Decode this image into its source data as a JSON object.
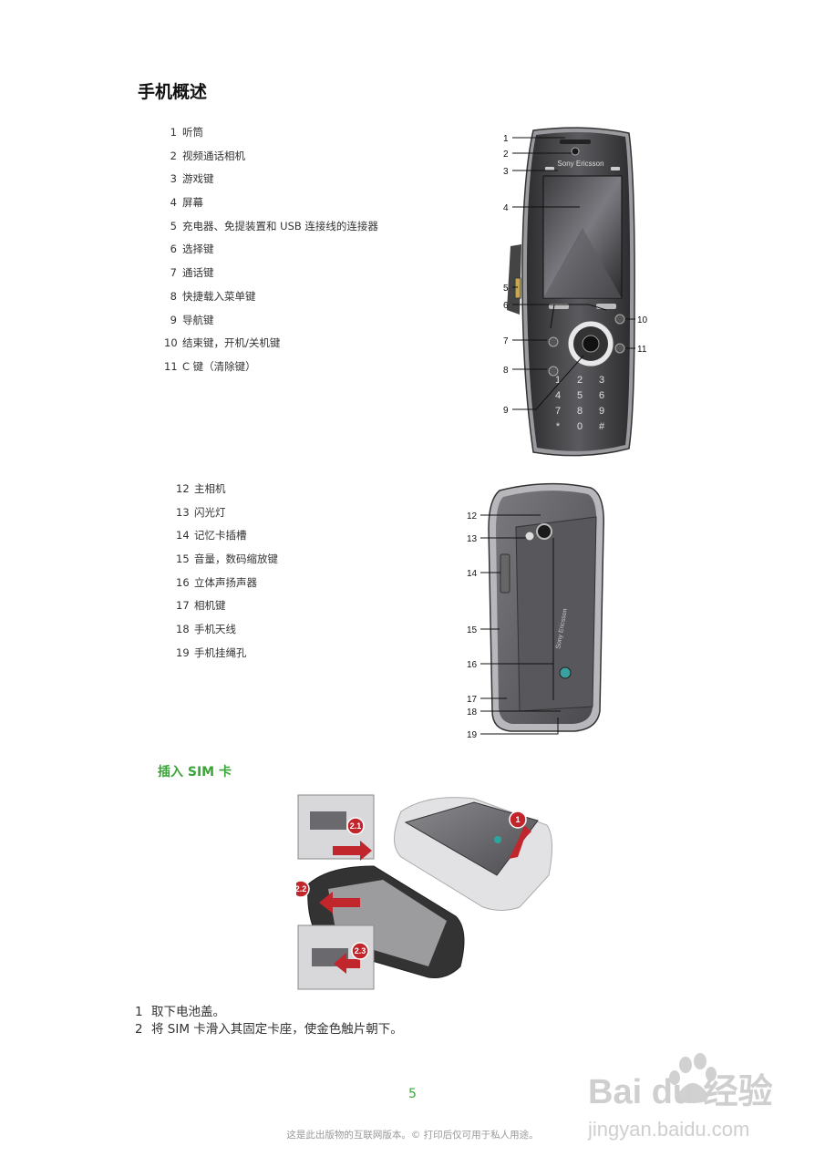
{
  "page": {
    "title": "手机概述",
    "front_parts": [
      {
        "num": "1",
        "label": "听筒"
      },
      {
        "num": "2",
        "label": "视频通话相机"
      },
      {
        "num": "3",
        "label": "游戏键"
      },
      {
        "num": "4",
        "label": "屏幕"
      },
      {
        "num": "5",
        "label": "充电器、免提装置和 USB 连接线的连接器"
      },
      {
        "num": "6",
        "label": "选择键"
      },
      {
        "num": "7",
        "label": "通话键"
      },
      {
        "num": "8",
        "label": "快捷载入菜单键"
      },
      {
        "num": "9",
        "label": "导航键"
      },
      {
        "num": "10",
        "label": "结束键，开机/关机键"
      },
      {
        "num": "11",
        "label": "C 键（清除键）"
      }
    ],
    "back_parts": [
      {
        "num": "12",
        "label": "主相机"
      },
      {
        "num": "13",
        "label": "闪光灯"
      },
      {
        "num": "14",
        "label": "记忆卡插槽"
      },
      {
        "num": "15",
        "label": "音量，数码缩放键"
      },
      {
        "num": "16",
        "label": "立体声扬声器"
      },
      {
        "num": "17",
        "label": "相机键"
      },
      {
        "num": "18",
        "label": "手机天线"
      },
      {
        "num": "19",
        "label": "手机挂绳孔"
      }
    ],
    "section_title": "插入 SIM 卡",
    "steps": [
      {
        "num": "1",
        "text": "取下电池盖。"
      },
      {
        "num": "2",
        "text": "将 SIM 卡滑入其固定卡座，使金色触片朝下。"
      }
    ],
    "page_number": "5",
    "footer": "这是此出版物的互联网版本。© 打印后仅可用于私人用途。"
  },
  "phone_front": {
    "brand": "Sony Ericsson",
    "callouts": [
      "1",
      "2",
      "3",
      "4",
      "5",
      "6",
      "7",
      "8",
      "9",
      "10",
      "11"
    ],
    "keypad": [
      "1",
      "2",
      "3",
      "4",
      "5",
      "6",
      "7",
      "8",
      "9",
      "*",
      "0",
      "#"
    ]
  },
  "phone_back": {
    "brand": "Sony Ericsson",
    "callouts": [
      "12",
      "13",
      "14",
      "15",
      "16",
      "17",
      "18",
      "19"
    ]
  },
  "sim_figure": {
    "badges": [
      "1",
      "2.1",
      "2.2",
      "2.3"
    ]
  },
  "watermark": {
    "logo_text": "Bai du 经验",
    "url": "jingyan.baidu.com"
  },
  "colors": {
    "accent_green": "#3aa536",
    "badge_red": "#c0262b",
    "phone_body": "#6a6a6e"
  }
}
